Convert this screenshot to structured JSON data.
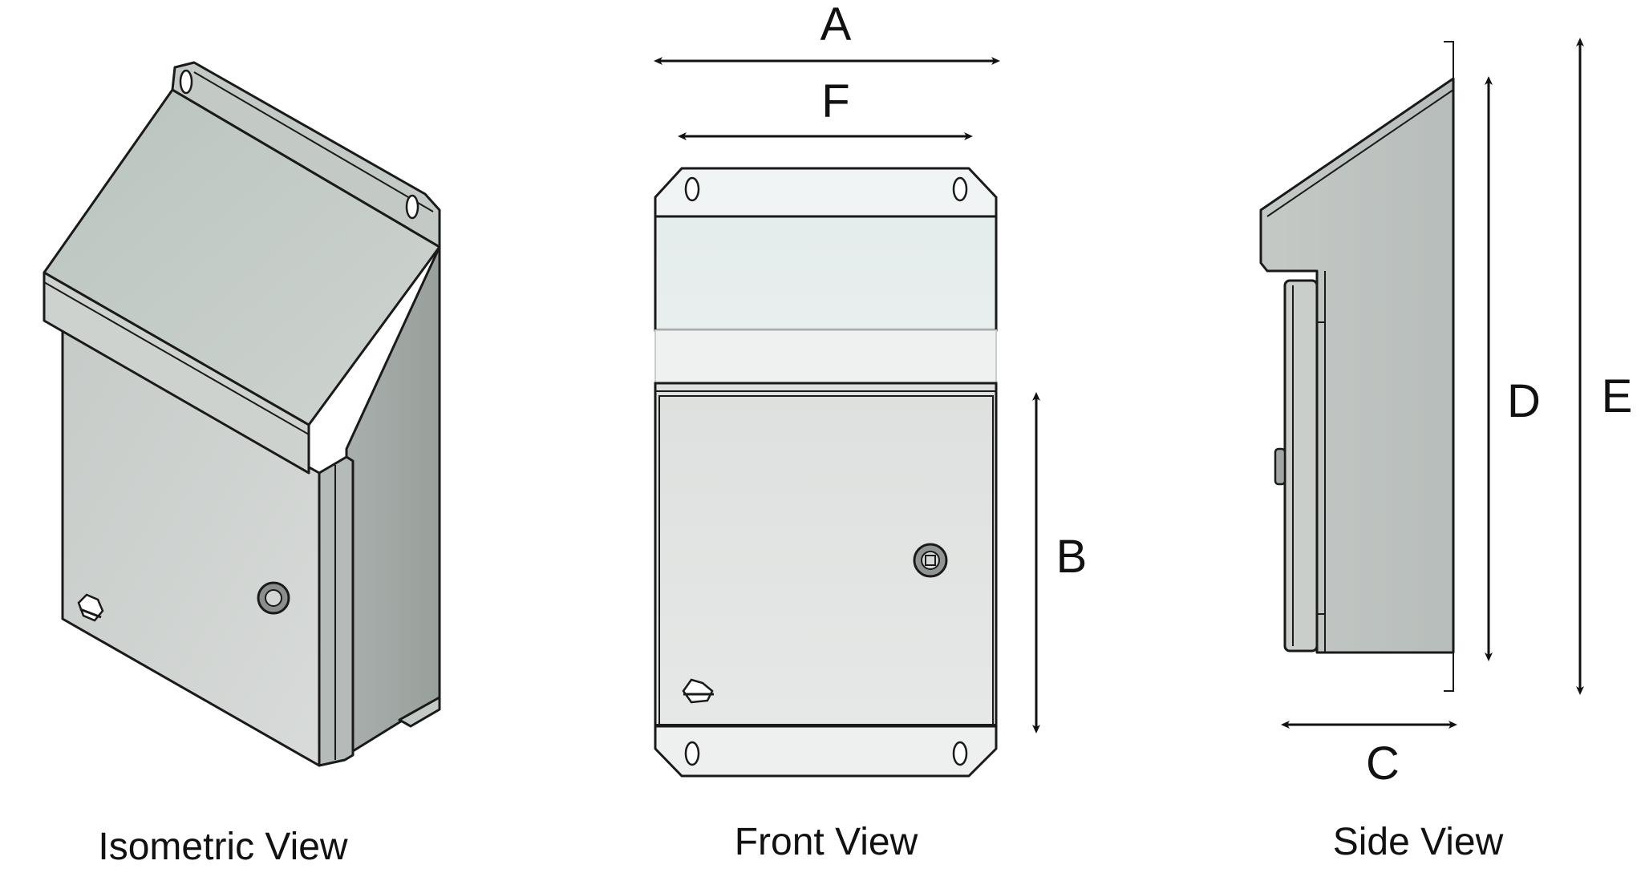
{
  "dimension_labels": {
    "a": "A",
    "f": "F",
    "b": "B",
    "d": "D",
    "e": "E",
    "c": "C"
  },
  "view_labels": {
    "isometric": "Isometric View",
    "front": "Front View",
    "side": "Side View"
  },
  "colors": {
    "body_light": "#dfe1df",
    "body_mid": "#c3c8c5",
    "body_dark": "#9fa5a2",
    "hood_light": "#eef2f1",
    "outline": "#1a1a1a"
  }
}
